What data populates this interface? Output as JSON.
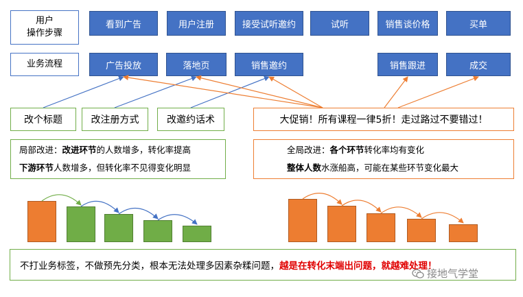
{
  "rows": {
    "user_steps_label_line1": "用户",
    "user_steps_label_line2": "操作步骤",
    "business_flow_label": "业务流程"
  },
  "user_steps": [
    "看到广告",
    "用户注册",
    "接受试听邀约",
    "试听",
    "销售谈价格",
    "买单"
  ],
  "business_steps": [
    "广告投放",
    "落地页",
    "销售邀约",
    "销售跟进",
    "成交"
  ],
  "local_changes": [
    "改个标题",
    "改注册方式",
    "改邀约话术"
  ],
  "promo": "大促销！所有课程一律5折！走过路过不要错过！",
  "local_note": {
    "l1_a": "局部改进：",
    "l1_b": "改进环节",
    "l1_c": "的人数增多，转化率提高",
    "l2_a": "下游环节",
    "l2_b": "人数增多，但转化率不见得变化明显"
  },
  "global_note": {
    "l1_a": "全局改进：",
    "l1_b": "各个环节",
    "l1_c": "转化率均有变化",
    "l2_a": "整体人数",
    "l2_b": "水涨船高，可能在某些环节变化最大"
  },
  "conclusion": {
    "normal": "不打业务标签，不做预先分类，根本无法处理多因素杂糅问题，",
    "emphasis": "越是在转化末端出问题，就越难处理！"
  },
  "watermark": "接地气学堂",
  "funnels": {
    "local": [
      1.0,
      0.87,
      0.69,
      0.53,
      0.39
    ],
    "global": [
      1.0,
      0.84,
      0.71,
      0.55,
      0.41
    ]
  },
  "colors": {
    "blue": "#4472c4",
    "orange": "#ed7d31",
    "green": "#70ad47",
    "red": "#e00000"
  }
}
